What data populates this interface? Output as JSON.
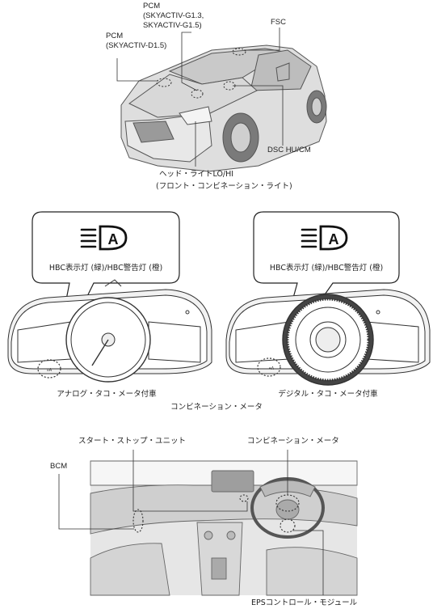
{
  "car": {
    "pcm_g_title": "PCM",
    "pcm_g_line1": "(SKYACTIV-G1.3,",
    "pcm_g_line2": "SKYACTIV-G1.5)",
    "pcm_d_title": "PCM",
    "pcm_d_line1": "(SKYACTIV-D1.5)",
    "fsc": "FSC",
    "dsc": "DSC HU/CM",
    "headlight_line1": "ヘッド・ライトLO/HI",
    "headlight_line2": "(フロント・コンビネーション・ライト)"
  },
  "meters": {
    "left_callout": "HBC表示灯 (緑)/HBC警告灯 (橙)",
    "right_callout": "HBC表示灯 (緑)/HBC警告灯 (橙)",
    "analog_label": "アナログ・タコ・メータ付車",
    "digital_label": "デジタル・タコ・メータ付車",
    "group_label": "コンビネーション・メータ",
    "indicator_glyph": "A"
  },
  "interior": {
    "start_stop": "スタート・ストップ・ユニット",
    "combination_meter": "コンビネーション・メータ",
    "bcm": "BCM",
    "eps": "EPSコントロール・モジュール"
  }
}
